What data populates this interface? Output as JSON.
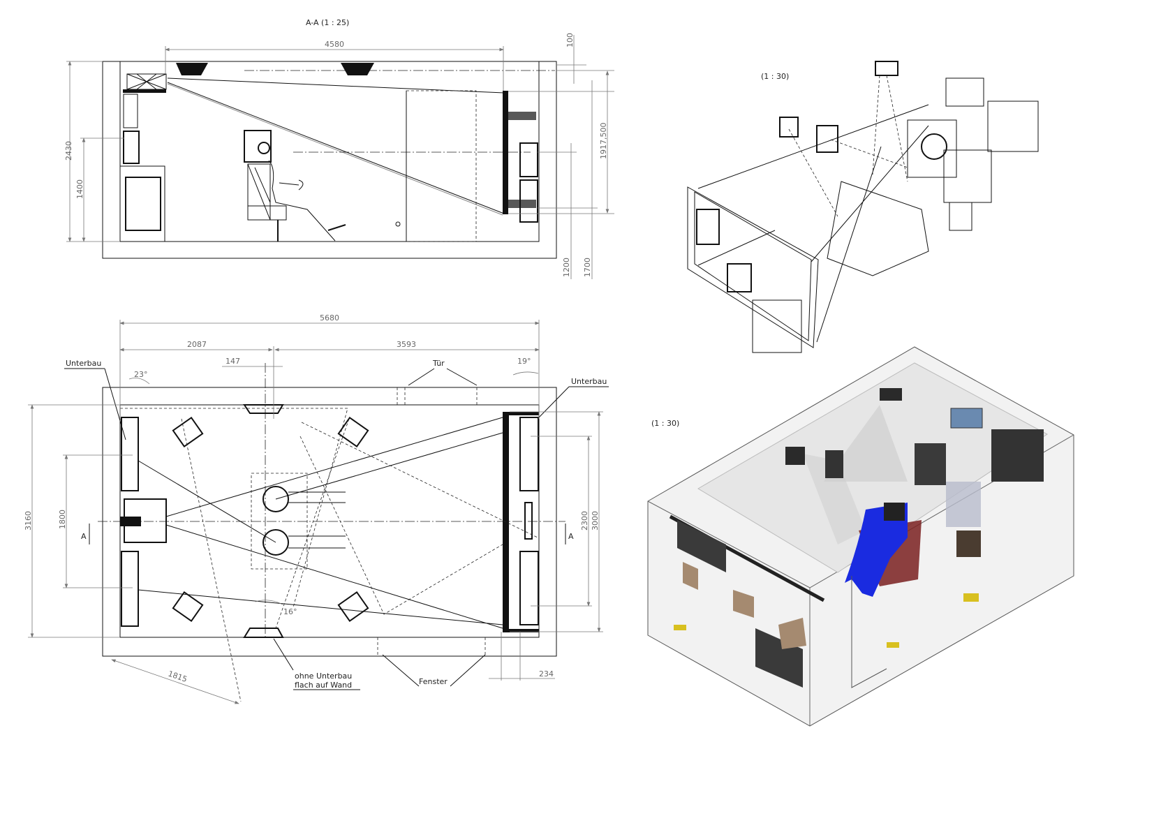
{
  "section_view": {
    "title": "A-A (1 : 25)",
    "dims": {
      "width": "4580",
      "top_offset": "100",
      "height": "2430",
      "seat_height": "1400",
      "screen_height": "1917,500",
      "lower_1": "1200",
      "lower_2": "1700"
    }
  },
  "plan_view": {
    "dims": {
      "total": "5680",
      "left": "2087",
      "right": "3593",
      "offset": "147",
      "angle_left": "23°",
      "angle_right": "19°",
      "depth": "3160",
      "inner_depth": "1800",
      "screen_width": "2300",
      "screen_frame": "3000",
      "diag": "1815",
      "wall_depth": "234",
      "angle_bottom": "16°"
    },
    "labels": {
      "unterbau_left": "Unterbau",
      "unterbau_right": "Unterbau",
      "door": "Tür",
      "window": "Fenster",
      "no_base_1": "ohne Unterbau",
      "no_base_2": "flach auf Wand",
      "section_a_left": "A",
      "section_a_right": "A"
    }
  },
  "iso_wire": {
    "scale": "(1 : 30)"
  },
  "iso_render": {
    "scale": "(1 : 30)",
    "colors": {
      "figure": "#1a2be0",
      "seat": "#7a2020",
      "speaker": "#333333",
      "wall": "#e8e8e8"
    }
  }
}
